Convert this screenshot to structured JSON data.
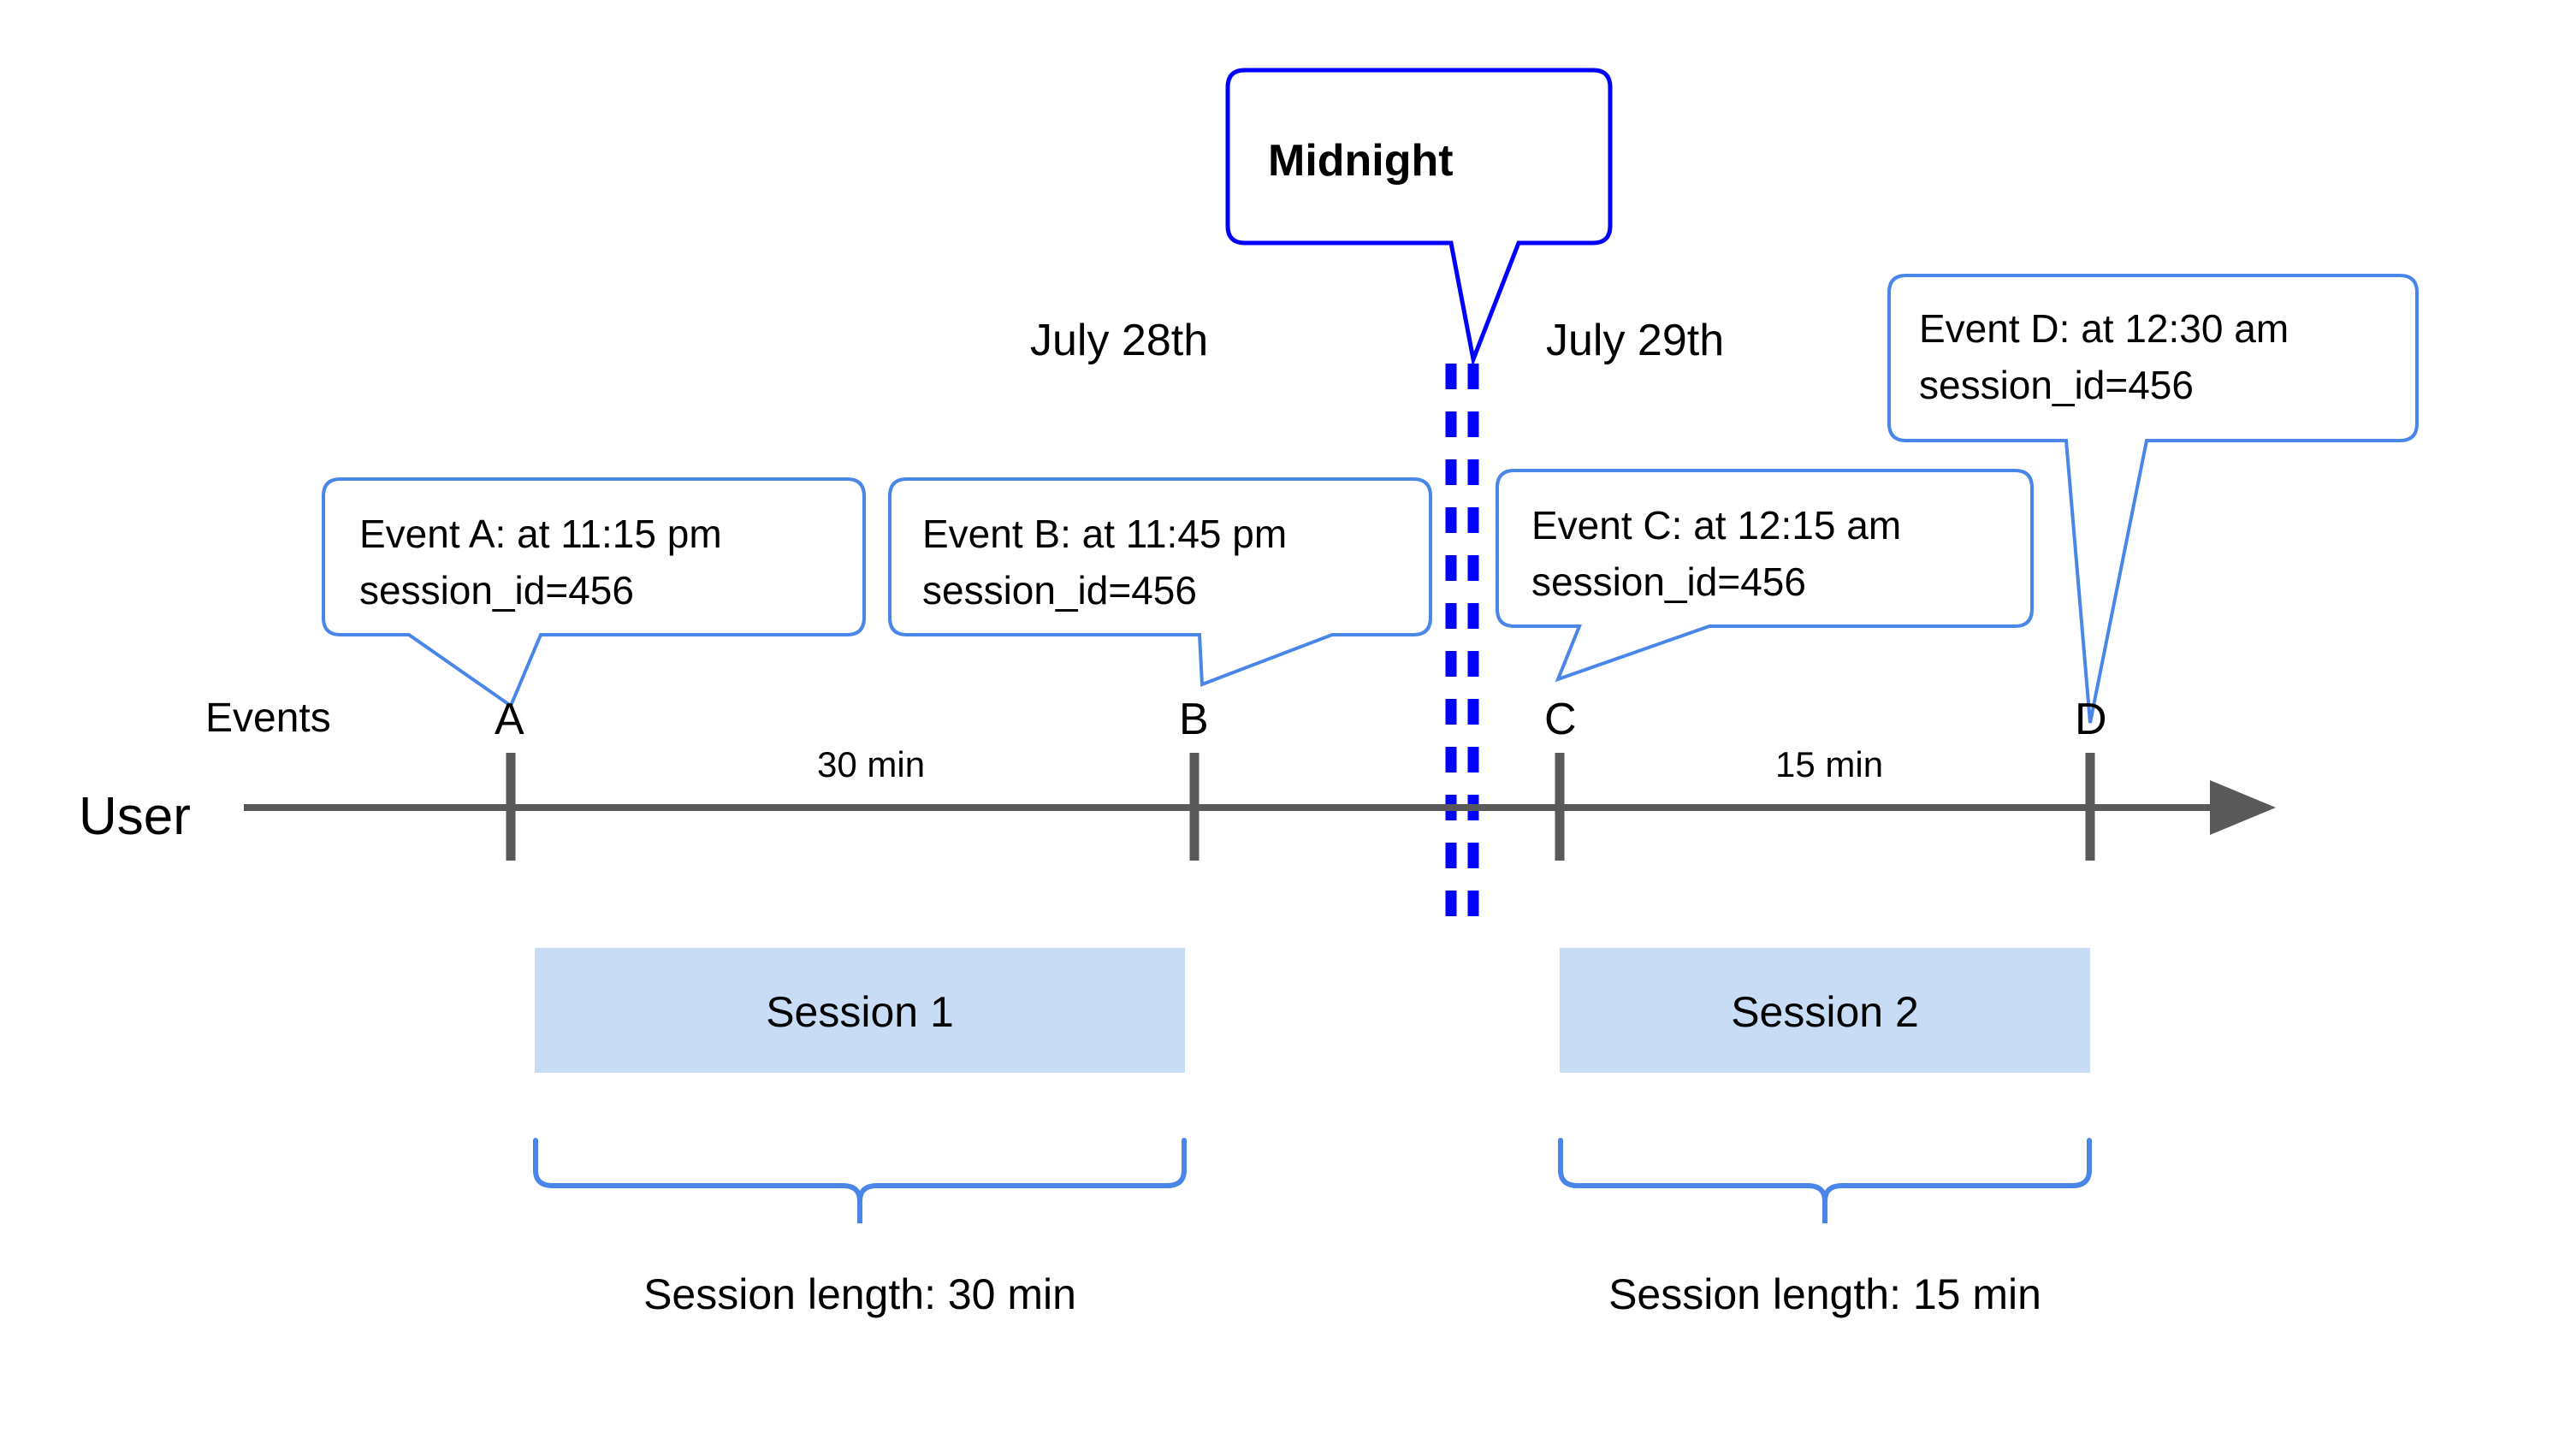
{
  "diagram": {
    "title_callout": {
      "label": "Midnight",
      "border_color": "#0000ff"
    },
    "day_labels": [
      {
        "text": "July 28th"
      },
      {
        "text": "July 29th"
      }
    ],
    "axis": {
      "row_label": "User",
      "events_label": "Events",
      "color": "#595959"
    },
    "events": [
      {
        "tick": "A",
        "callout_title": "Event A:",
        "callout_time": " at 11:15 pm",
        "callout_line2": "session_id=456"
      },
      {
        "tick": "B",
        "callout_title": "Event B:",
        "callout_time": " at 11:45 pm",
        "callout_line2": "session_id=456"
      },
      {
        "tick": "C",
        "callout_title": "Event C:",
        "callout_time": " at 12:15 am",
        "callout_line2": "session_id=456"
      },
      {
        "tick": "D",
        "callout_title": "Event D:",
        "callout_time": " at 12:30 am",
        "callout_line2": "session_id=456"
      }
    ],
    "gaps": [
      {
        "text": "30 min"
      },
      {
        "text": "15 min"
      }
    ],
    "sessions": [
      {
        "box_label": "Session 1",
        "length_label": "Session length: 30 min"
      },
      {
        "box_label": "Session 2",
        "length_label": "Session length: 15 min"
      }
    ],
    "colors": {
      "callout_border": "#4a86e8",
      "midnight_border": "#0000ff",
      "midnight_dash": "#0000ff",
      "session_fill": "#c9dcf5",
      "brace": "#4a86e8",
      "axis": "#595959",
      "text": "#000000"
    }
  }
}
